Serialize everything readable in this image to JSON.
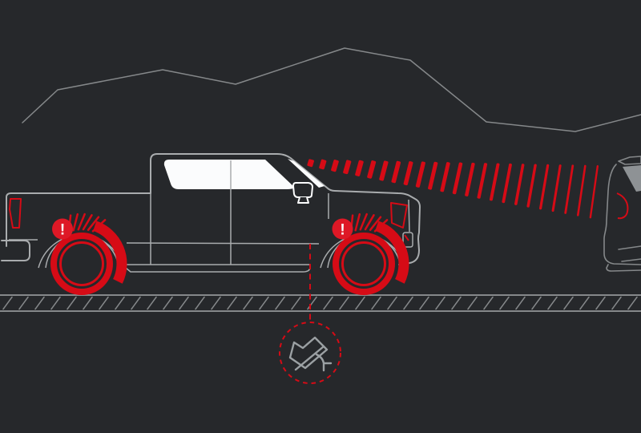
{
  "meta": {
    "description": "Dark automotive safety-feature illustration: side view of a pickup truck with red-highlighted tires, exclamation warning badges at both wheels, a red radar/sensor beam projecting forward from the windshield toward the rear of a lead vehicle, a mountain ridge in the background, a hatched road surface, and a dashed red callout circle below the truck containing a forward camera icon."
  },
  "colors": {
    "bg": "#26282b",
    "line": "#a9acae",
    "line_dim": "#85888a",
    "white": "#fbfcfd",
    "red": "#d60b16",
    "red_badge": "#de1826",
    "glass": "#8e9295",
    "icon_line": "#9ba0a3"
  },
  "labels": {
    "rear_wheel_warning": "!",
    "front_wheel_warning": "!"
  },
  "icons": {
    "warning_badge": "exclamation-mark-in-red-circle",
    "camera_callout": "forward-camera-icon-in-dashed-circle",
    "radar_beam": "fanned-red-signal-bars",
    "wheel_alert_rays": "red-vibration-lines-over-tire"
  },
  "beam": {
    "bar_count": 24
  },
  "road": {
    "hatch_count": 40
  }
}
